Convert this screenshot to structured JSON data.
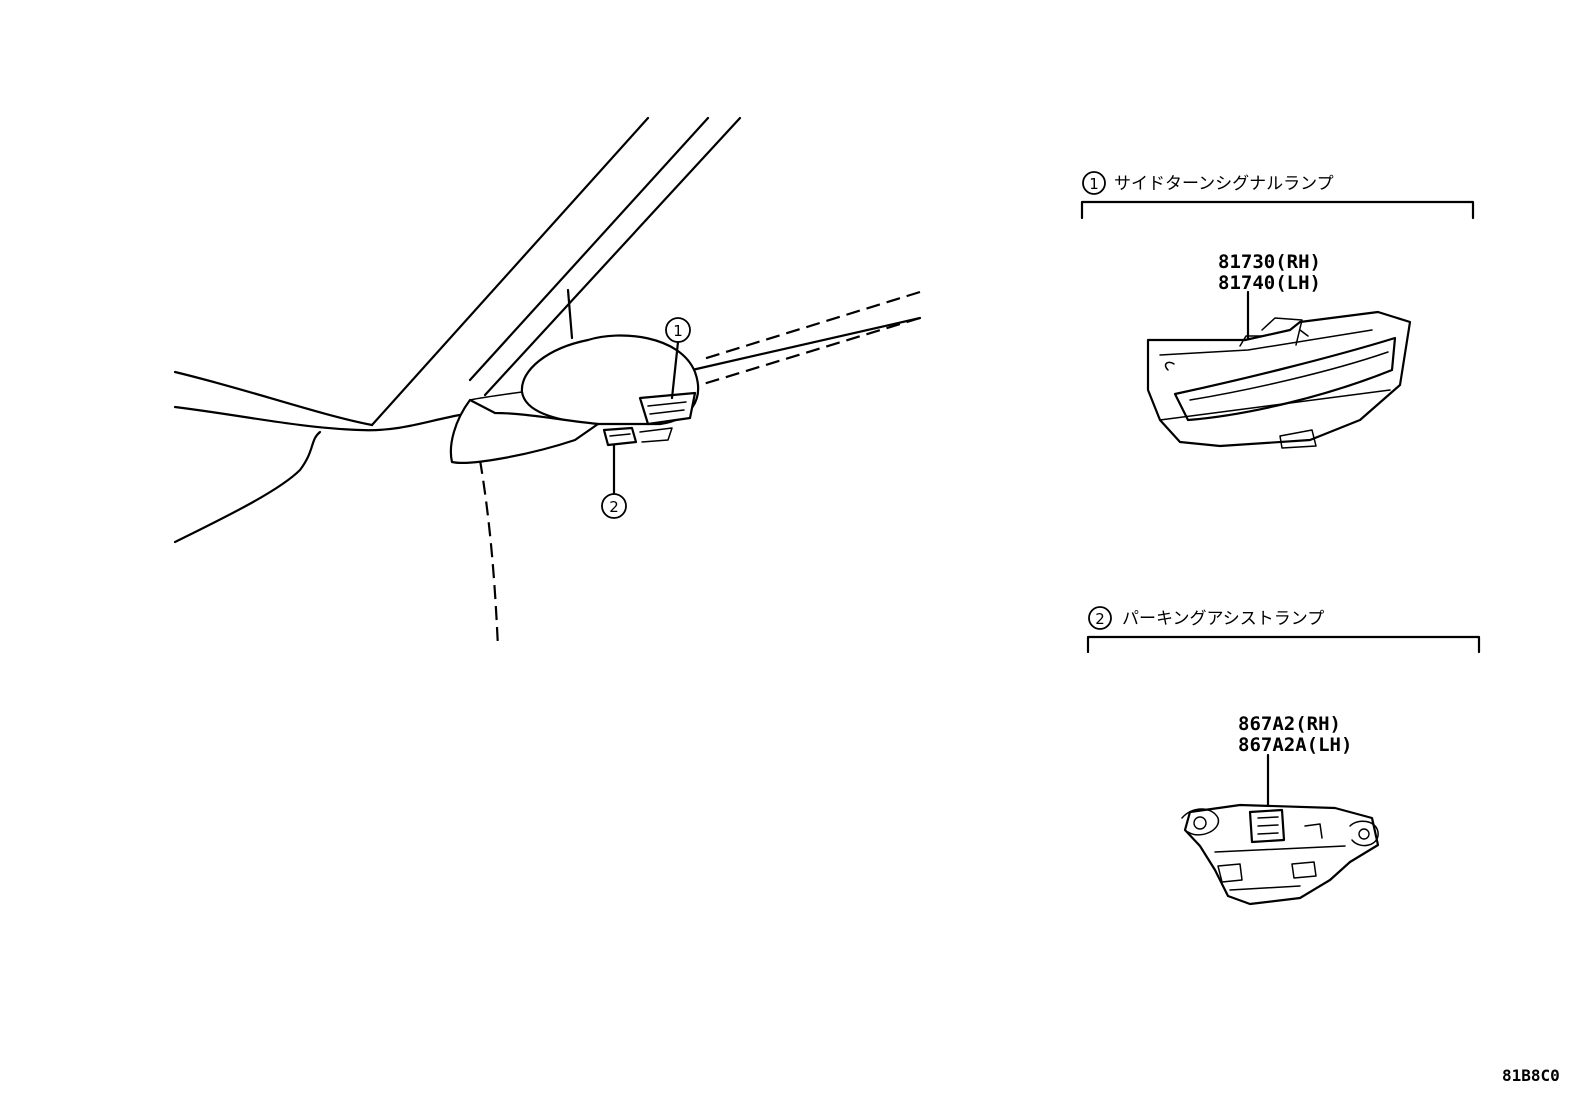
{
  "callouts": [
    {
      "id": "1",
      "label": "サイドターンシグナルランプ",
      "parts": [
        "81730(RH)",
        "81740(LH)"
      ]
    },
    {
      "id": "2",
      "label": "パーキングアシストランプ",
      "parts": [
        "867A2(RH)",
        "867A2A(LH)"
      ]
    }
  ],
  "overview_bubbles": [
    "1",
    "2"
  ],
  "illustration_code": "81B8C0"
}
